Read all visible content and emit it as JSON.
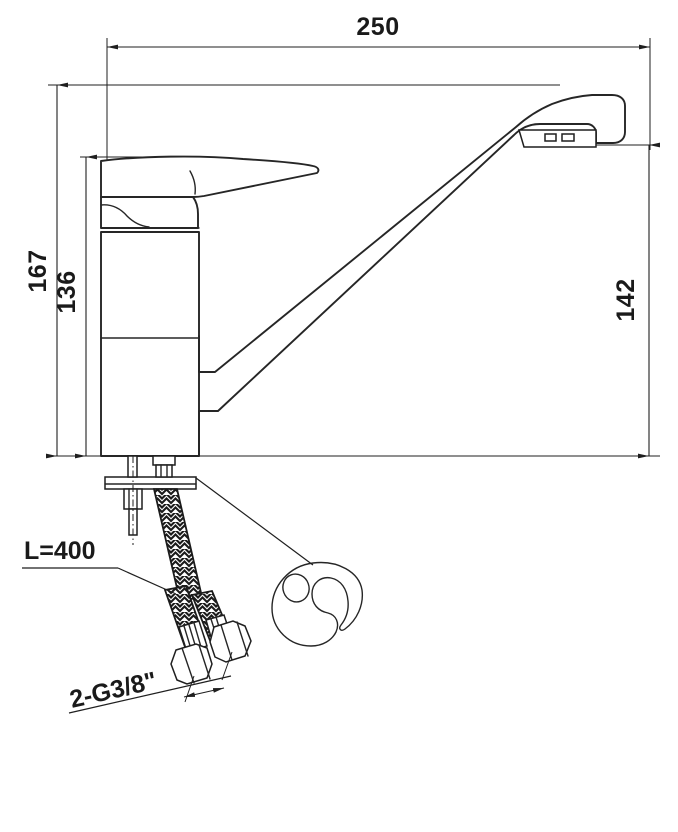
{
  "drawing": {
    "title": "Single lever kitchen sink mixer tap - dimensioned elevation",
    "units": "mm",
    "background_color": "#ffffff",
    "line_color": "#262626",
    "text_color": "#1a1a1a"
  },
  "dimensions": {
    "spout_reach": {
      "label": "250",
      "orientation": "horizontal",
      "position": "top"
    },
    "overall_height": {
      "label": "167",
      "orientation": "vertical",
      "position": "left-outer"
    },
    "body_height": {
      "label": "136",
      "orientation": "vertical",
      "position": "left-inner"
    },
    "spout_height": {
      "label": "142",
      "orientation": "vertical",
      "position": "right"
    }
  },
  "notes": {
    "hose_length": {
      "label": "L=400",
      "description": "flexible braided supply hose length"
    },
    "thread_spec": {
      "label": "2-G3/8\"",
      "description": "two G3/8 inch male connector threads"
    }
  },
  "components": {
    "spout": "swan-neck-spout",
    "lever_handle": "single-lever-handle",
    "body": "cylindrical-valve-body",
    "mounting_plate": "deck-mounting-plate",
    "stud_bolt": "threaded-stud-with-nut",
    "hoses": "braided-flexible-hoses",
    "wrench": "c-shaped-mounting-wrench",
    "connectors": "hex-nut-connectors",
    "aerator": "spout-aerator-outlet"
  }
}
